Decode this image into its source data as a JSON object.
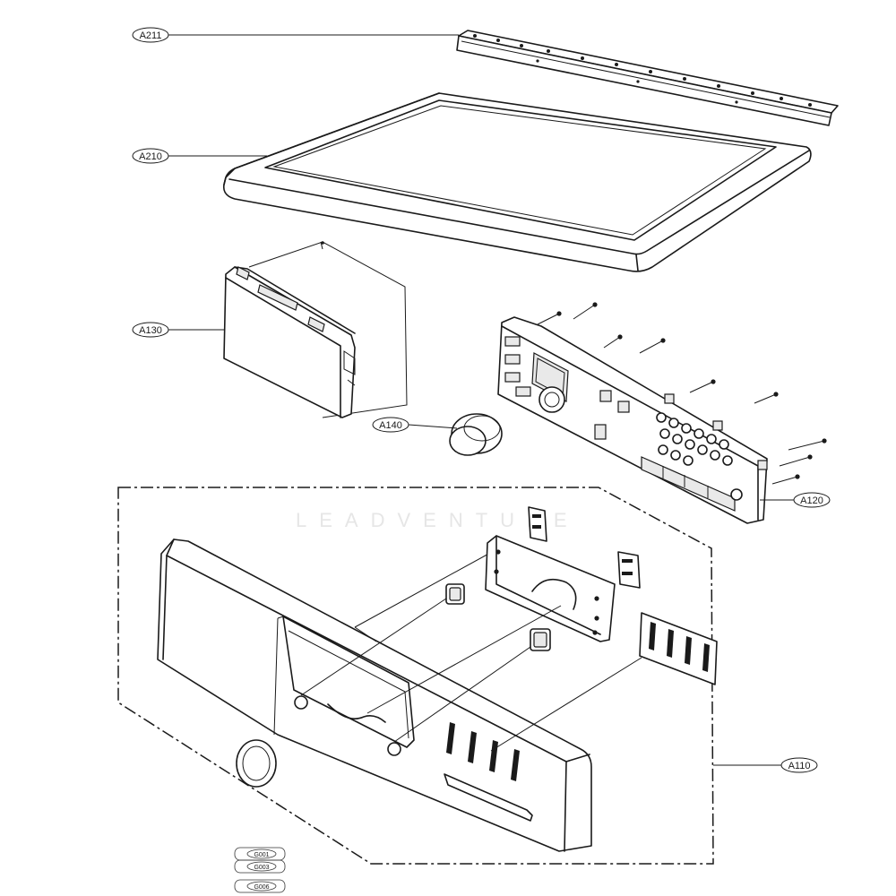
{
  "callouts": {
    "a211": "A211",
    "a210": "A210",
    "a130": "A130",
    "a140": "A140",
    "a120": "A120",
    "a110": "A110"
  },
  "small_labels": {
    "g1": "G001",
    "g2": "G003",
    "g3": "G006"
  },
  "watermark": "LEADVENTURE"
}
